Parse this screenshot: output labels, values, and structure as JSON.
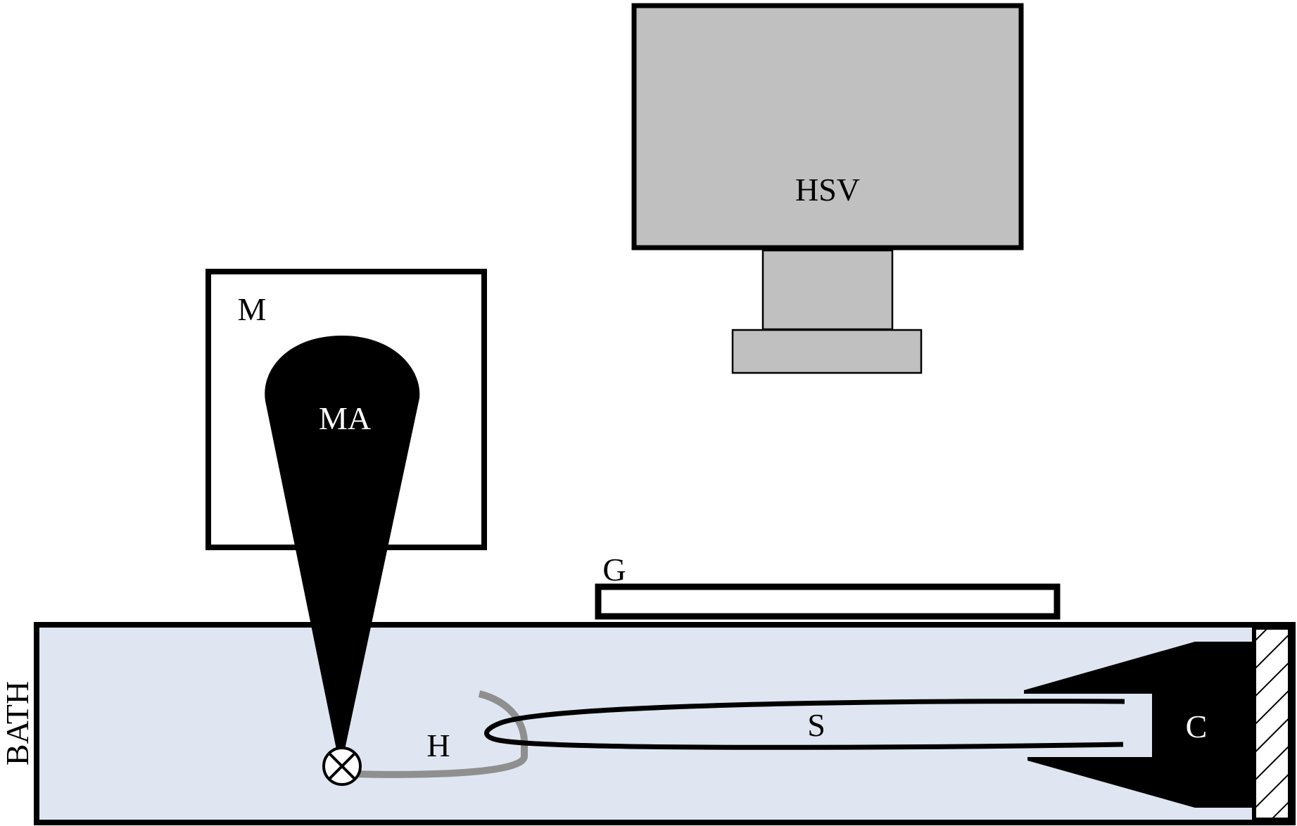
{
  "labels": {
    "hsv": "HSV",
    "m": "M",
    "ma": "MA",
    "g": "G",
    "bath": "BATH",
    "h": "H",
    "s": "S",
    "c": "C"
  },
  "colors": {
    "stroke": "#000000",
    "camera_fill": "#c0c0c0",
    "bath_fill": "#dfe6f2",
    "hook": "#8f8f8f",
    "background": "#ffffff",
    "ma_text": "#ffffff"
  }
}
